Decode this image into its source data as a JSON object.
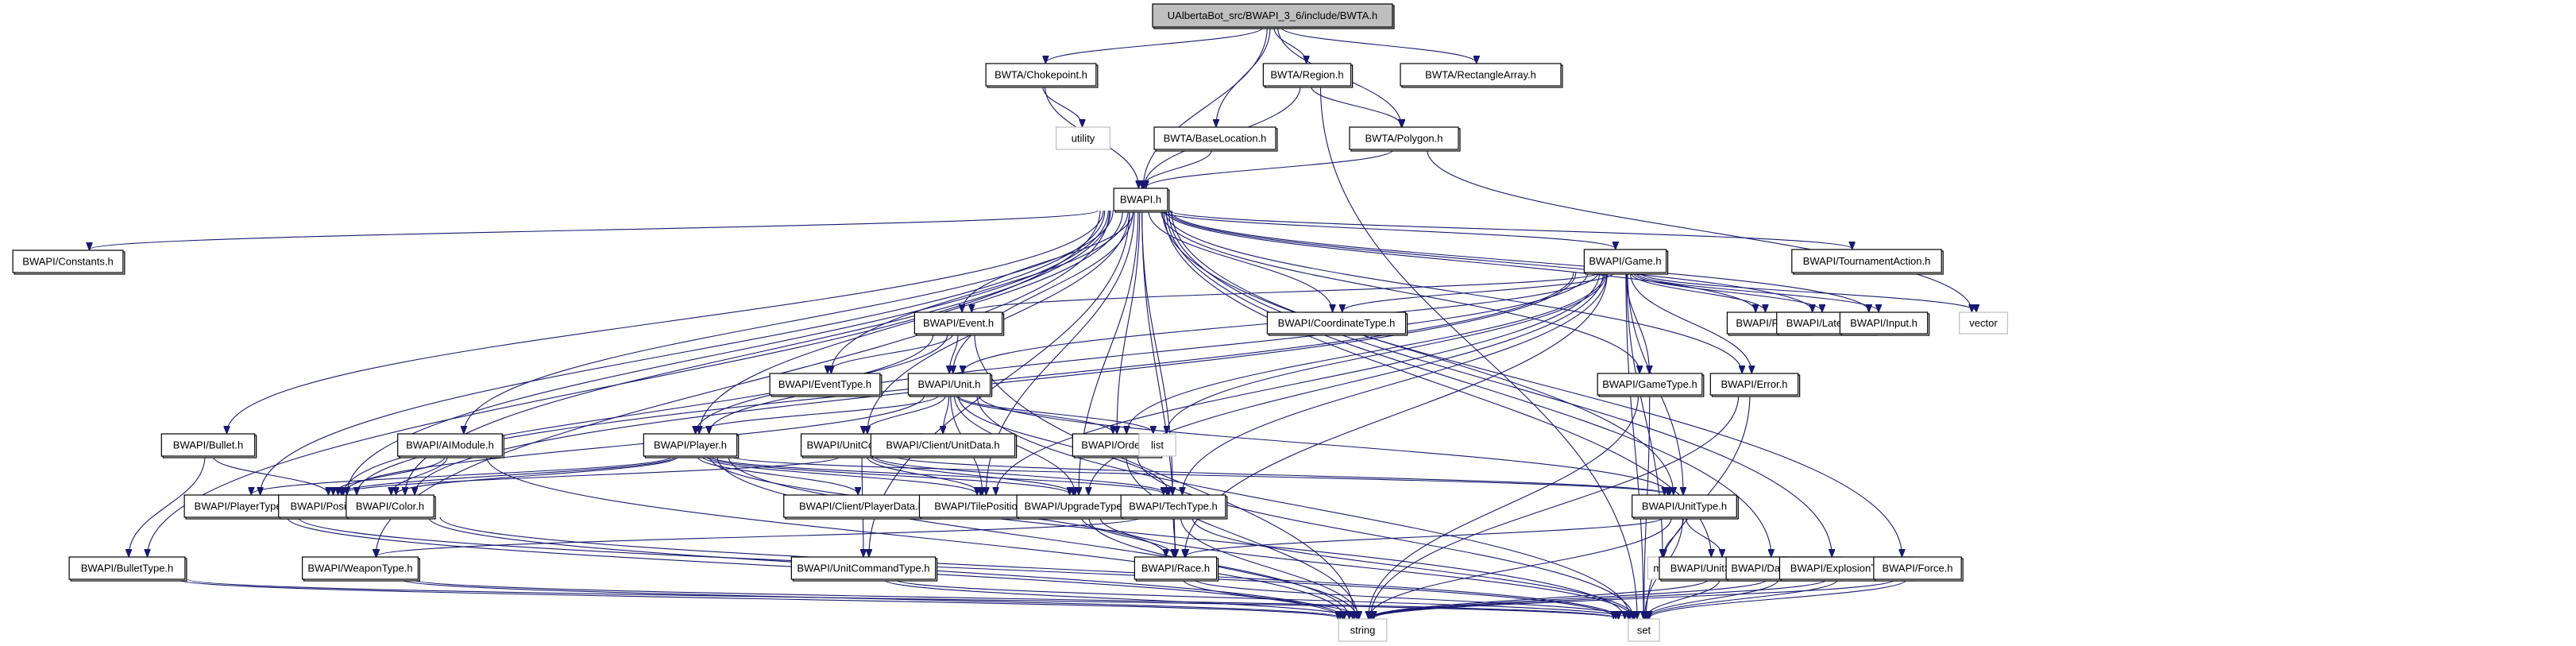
{
  "title": "UAlbertaBot_src/BWAPI_3_6/include/BWTA.h",
  "colors": {
    "edge": "#191970",
    "root_fill": "#bfbfbf",
    "node_border": "#000000",
    "external_border": "#bfbfbf"
  },
  "nodes": [
    {
      "id": "root",
      "label": "UAlbertaBot_src/BWAPI_3_6/include/BWTA.h",
      "kind": "root"
    },
    {
      "id": "chokepoint",
      "label": "BWTA/Chokepoint.h",
      "kind": "file"
    },
    {
      "id": "region",
      "label": "BWTA/Region.h",
      "kind": "file"
    },
    {
      "id": "rectarray",
      "label": "BWTA/RectangleArray.h",
      "kind": "file"
    },
    {
      "id": "utility",
      "label": "utility",
      "kind": "external"
    },
    {
      "id": "baselocation",
      "label": "BWTA/BaseLocation.h",
      "kind": "file"
    },
    {
      "id": "polygon",
      "label": "BWTA/Polygon.h",
      "kind": "file"
    },
    {
      "id": "bwapi",
      "label": "BWAPI.h",
      "kind": "file"
    },
    {
      "id": "constants",
      "label": "BWAPI/Constants.h",
      "kind": "file"
    },
    {
      "id": "game",
      "label": "BWAPI/Game.h",
      "kind": "file"
    },
    {
      "id": "tournament",
      "label": "BWAPI/TournamentAction.h",
      "kind": "file"
    },
    {
      "id": "event",
      "label": "BWAPI/Event.h",
      "kind": "file"
    },
    {
      "id": "coordtype",
      "label": "BWAPI/CoordinateType.h",
      "kind": "file"
    },
    {
      "id": "flag",
      "label": "BWAPI/Flag.h",
      "kind": "file"
    },
    {
      "id": "latency",
      "label": "BWAPI/Latency.h",
      "kind": "file"
    },
    {
      "id": "input",
      "label": "BWAPI/Input.h",
      "kind": "file"
    },
    {
      "id": "vector",
      "label": "vector",
      "kind": "external"
    },
    {
      "id": "eventtype",
      "label": "BWAPI/EventType.h",
      "kind": "file"
    },
    {
      "id": "unit",
      "label": "BWAPI/Unit.h",
      "kind": "file"
    },
    {
      "id": "gametype",
      "label": "BWAPI/GameType.h",
      "kind": "file"
    },
    {
      "id": "error",
      "label": "BWAPI/Error.h",
      "kind": "file"
    },
    {
      "id": "bullet",
      "label": "BWAPI/Bullet.h",
      "kind": "file"
    },
    {
      "id": "aimodule",
      "label": "BWAPI/AIModule.h",
      "kind": "file"
    },
    {
      "id": "player",
      "label": "BWAPI/Player.h",
      "kind": "file"
    },
    {
      "id": "unitcommand",
      "label": "BWAPI/UnitCommand.h",
      "kind": "file"
    },
    {
      "id": "unitdata",
      "label": "BWAPI/Client/UnitData.h",
      "kind": "file"
    },
    {
      "id": "order",
      "label": "BWAPI/Order.h",
      "kind": "file"
    },
    {
      "id": "list",
      "label": "list",
      "kind": "external"
    },
    {
      "id": "playertype",
      "label": "BWAPI/PlayerType.h",
      "kind": "file"
    },
    {
      "id": "position",
      "label": "BWAPI/Position.h",
      "kind": "file"
    },
    {
      "id": "color",
      "label": "BWAPI/Color.h",
      "kind": "file"
    },
    {
      "id": "playerdata",
      "label": "BWAPI/Client/PlayerData.h",
      "kind": "file"
    },
    {
      "id": "tileposition",
      "label": "BWAPI/TilePosition.h",
      "kind": "file"
    },
    {
      "id": "upgradetype",
      "label": "BWAPI/UpgradeType.h",
      "kind": "file"
    },
    {
      "id": "techtype",
      "label": "BWAPI/TechType.h",
      "kind": "file"
    },
    {
      "id": "unittype",
      "label": "BWAPI/UnitType.h",
      "kind": "file"
    },
    {
      "id": "bullettype",
      "label": "BWAPI/BulletType.h",
      "kind": "file"
    },
    {
      "id": "weapontype",
      "label": "BWAPI/WeaponType.h",
      "kind": "file"
    },
    {
      "id": "unitcommandtype",
      "label": "BWAPI/UnitCommandType.h",
      "kind": "file"
    },
    {
      "id": "race",
      "label": "BWAPI/Race.h",
      "kind": "file"
    },
    {
      "id": "map",
      "label": "map",
      "kind": "external"
    },
    {
      "id": "unitsizetype",
      "label": "BWAPI/UnitSizeType.h",
      "kind": "file"
    },
    {
      "id": "damagetype",
      "label": "BWAPI/DamageType.h",
      "kind": "file"
    },
    {
      "id": "explosiontype",
      "label": "BWAPI/ExplosionType.h",
      "kind": "file"
    },
    {
      "id": "force",
      "label": "BWAPI/Force.h",
      "kind": "file"
    },
    {
      "id": "string",
      "label": "string",
      "kind": "external"
    },
    {
      "id": "set",
      "label": "set",
      "kind": "external"
    }
  ],
  "edges": [
    [
      "root",
      "chokepoint"
    ],
    [
      "root",
      "bwapi"
    ],
    [
      "root",
      "baselocation"
    ],
    [
      "root",
      "region"
    ],
    [
      "root",
      "polygon"
    ],
    [
      "root",
      "rectarray"
    ],
    [
      "chokepoint",
      "utility"
    ],
    [
      "chokepoint",
      "bwapi"
    ],
    [
      "baselocation",
      "bwapi"
    ],
    [
      "region",
      "polygon"
    ],
    [
      "region",
      "bwapi"
    ],
    [
      "region",
      "set"
    ],
    [
      "polygon",
      "bwapi"
    ],
    [
      "polygon",
      "vector"
    ],
    [
      "bwapi",
      "constants"
    ],
    [
      "bwapi",
      "game"
    ],
    [
      "bwapi",
      "tournament"
    ],
    [
      "bwapi",
      "event"
    ],
    [
      "bwapi",
      "coordtype"
    ],
    [
      "bwapi",
      "flag"
    ],
    [
      "bwapi",
      "latency"
    ],
    [
      "bwapi",
      "input"
    ],
    [
      "bwapi",
      "eventtype"
    ],
    [
      "bwapi",
      "unit"
    ],
    [
      "bwapi",
      "gametype"
    ],
    [
      "bwapi",
      "error"
    ],
    [
      "bwapi",
      "bullet"
    ],
    [
      "bwapi",
      "aimodule"
    ],
    [
      "bwapi",
      "player"
    ],
    [
      "bwapi",
      "unitcommand"
    ],
    [
      "bwapi",
      "order"
    ],
    [
      "bwapi",
      "playertype"
    ],
    [
      "bwapi",
      "position"
    ],
    [
      "bwapi",
      "color"
    ],
    [
      "bwapi",
      "tileposition"
    ],
    [
      "bwapi",
      "upgradetype"
    ],
    [
      "bwapi",
      "techtype"
    ],
    [
      "bwapi",
      "unittype"
    ],
    [
      "bwapi",
      "bullettype"
    ],
    [
      "bwapi",
      "weapontype"
    ],
    [
      "bwapi",
      "unitcommandtype"
    ],
    [
      "bwapi",
      "race"
    ],
    [
      "bwapi",
      "unitsizetype"
    ],
    [
      "bwapi",
      "damagetype"
    ],
    [
      "bwapi",
      "explosiontype"
    ],
    [
      "bwapi",
      "force"
    ],
    [
      "game",
      "event"
    ],
    [
      "game",
      "coordtype"
    ],
    [
      "game",
      "flag"
    ],
    [
      "game",
      "latency"
    ],
    [
      "game",
      "input"
    ],
    [
      "game",
      "vector"
    ],
    [
      "game",
      "gametype"
    ],
    [
      "game",
      "error"
    ],
    [
      "game",
      "list"
    ],
    [
      "game",
      "order"
    ],
    [
      "game",
      "position"
    ],
    [
      "game",
      "color"
    ],
    [
      "game",
      "tileposition"
    ],
    [
      "game",
      "upgradetype"
    ],
    [
      "game",
      "techtype"
    ],
    [
      "game",
      "unittype"
    ],
    [
      "game",
      "race"
    ],
    [
      "game",
      "map"
    ],
    [
      "game",
      "set"
    ],
    [
      "game",
      "player"
    ],
    [
      "game",
      "unit"
    ],
    [
      "event",
      "eventtype"
    ],
    [
      "event",
      "unit"
    ],
    [
      "event",
      "player"
    ],
    [
      "event",
      "position"
    ],
    [
      "event",
      "string"
    ],
    [
      "unit",
      "unitcommand"
    ],
    [
      "unit",
      "unitdata"
    ],
    [
      "unit",
      "order"
    ],
    [
      "unit",
      "list"
    ],
    [
      "unit",
      "player"
    ],
    [
      "unit",
      "tileposition"
    ],
    [
      "unit",
      "upgradetype"
    ],
    [
      "unit",
      "techtype"
    ],
    [
      "unit",
      "unittype"
    ],
    [
      "unit",
      "position"
    ],
    [
      "unit",
      "set"
    ],
    [
      "gametype",
      "string"
    ],
    [
      "gametype",
      "set"
    ],
    [
      "error",
      "string"
    ],
    [
      "error",
      "set"
    ],
    [
      "bullet",
      "bullettype"
    ],
    [
      "bullet",
      "position"
    ],
    [
      "aimodule",
      "position"
    ],
    [
      "aimodule",
      "color"
    ],
    [
      "aimodule",
      "string"
    ],
    [
      "player",
      "playertype"
    ],
    [
      "player",
      "position"
    ],
    [
      "player",
      "color"
    ],
    [
      "player",
      "playerdata"
    ],
    [
      "player",
      "tileposition"
    ],
    [
      "player",
      "upgradetype"
    ],
    [
      "player",
      "techtype"
    ],
    [
      "player",
      "unittype"
    ],
    [
      "player",
      "race"
    ],
    [
      "player",
      "string"
    ],
    [
      "player",
      "set"
    ],
    [
      "unitcommand",
      "unitcommandtype"
    ],
    [
      "unitcommand",
      "tileposition"
    ],
    [
      "unitcommand",
      "position"
    ],
    [
      "unitcommand",
      "techtype"
    ],
    [
      "unitcommand",
      "upgradetype"
    ],
    [
      "unitcommand",
      "unittype"
    ],
    [
      "order",
      "string"
    ],
    [
      "order",
      "set"
    ],
    [
      "playertype",
      "string"
    ],
    [
      "playertype",
      "set"
    ],
    [
      "color",
      "string"
    ],
    [
      "color",
      "set"
    ],
    [
      "upgradetype",
      "string"
    ],
    [
      "upgradetype",
      "set"
    ],
    [
      "upgradetype",
      "race"
    ],
    [
      "techtype",
      "string"
    ],
    [
      "techtype",
      "set"
    ],
    [
      "techtype",
      "race"
    ],
    [
      "techtype",
      "weapontype"
    ],
    [
      "unittype",
      "map"
    ],
    [
      "unittype",
      "unitsizetype"
    ],
    [
      "unittype",
      "race"
    ],
    [
      "unittype",
      "string"
    ],
    [
      "unittype",
      "set"
    ],
    [
      "bullettype",
      "string"
    ],
    [
      "bullettype",
      "set"
    ],
    [
      "weapontype",
      "string"
    ],
    [
      "weapontype",
      "set"
    ],
    [
      "unitcommandtype",
      "string"
    ],
    [
      "unitcommandtype",
      "set"
    ],
    [
      "race",
      "string"
    ],
    [
      "race",
      "set"
    ],
    [
      "unitsizetype",
      "string"
    ],
    [
      "unitsizetype",
      "set"
    ],
    [
      "damagetype",
      "string"
    ],
    [
      "damagetype",
      "set"
    ],
    [
      "explosiontype",
      "string"
    ],
    [
      "explosiontype",
      "set"
    ],
    [
      "force",
      "string"
    ],
    [
      "force",
      "set"
    ]
  ]
}
